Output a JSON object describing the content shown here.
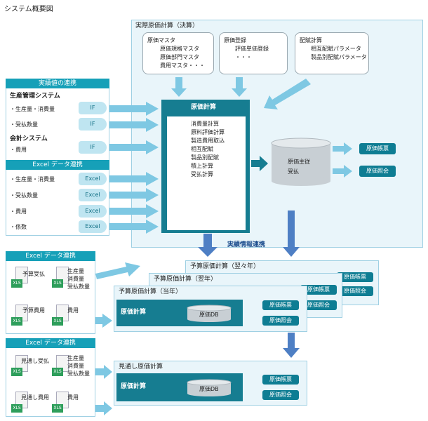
{
  "page_title": "システム概要図",
  "actual": {
    "title": "実際原価計算（決算）",
    "master_box": [
      "原価マスタ",
      "原価規格マスタ",
      "原価部門マスタ",
      "費用マスタ・・・"
    ],
    "register_box": [
      "原価登録",
      "評価単価登録",
      "・・・"
    ],
    "allocation_box": [
      "配賦計算",
      "相互配賦パラメータ",
      "製品別配賦パラメータ"
    ],
    "calc_header": "原価計算",
    "calc_items": [
      "消費量計算",
      "原料評価計算",
      "製造費用取込",
      "相互配賦",
      "製品別配賦",
      "積上計算",
      "受払計算"
    ],
    "db_label": [
      "原価主従",
      "受払"
    ],
    "out_buttons": [
      "原価帳票",
      "原価照会"
    ]
  },
  "sources": {
    "header": "実績値の連携",
    "prod_system": "生産管理システム",
    "prod_items": [
      "・生産量・消費量",
      "・受払数量"
    ],
    "acct_system": "会計システム",
    "acct_items": [
      "・費用"
    ],
    "if_label": "IF",
    "excel_header": "Excel データ連携",
    "excel_items": [
      "・生産量・消費量",
      "・受払数量",
      "・費用",
      "・係数"
    ],
    "excel_label": "Excel"
  },
  "link_label": "実績情報連携",
  "budget": {
    "excel_header": "Excel データ連携",
    "xls_label": "XLS",
    "file1": "予算受払",
    "file1_items": [
      "生産量",
      "消費量",
      "受払数量"
    ],
    "file2": "予算費用",
    "file2_items": [
      "費用"
    ],
    "layers": [
      "予算原価計算（翌々年）",
      "予算原価計算（翌年）",
      "予算原価計算（当年）"
    ],
    "calc": "原価計算",
    "db": "原価DB",
    "out_buttons": [
      "原価帳票",
      "原価照会"
    ]
  },
  "forecast": {
    "excel_header": "Excel データ連携",
    "xls_label": "XLS",
    "file1": "見通し受払",
    "file1_items": [
      "生産量",
      "消費量",
      "受払数量"
    ],
    "file2": "見通し費用",
    "file2_items": [
      "費用"
    ],
    "title": "見通し原価計算",
    "calc": "原価計算",
    "db": "原価DB",
    "out_buttons": [
      "原価帳票",
      "原価照会"
    ]
  },
  "colors": {
    "teal": "#16a0b8",
    "dark_teal": "#167d91",
    "arrow_light": "#7ec8e3",
    "arrow_blue": "#4e7fc4",
    "panel": "#e9f5fa"
  }
}
